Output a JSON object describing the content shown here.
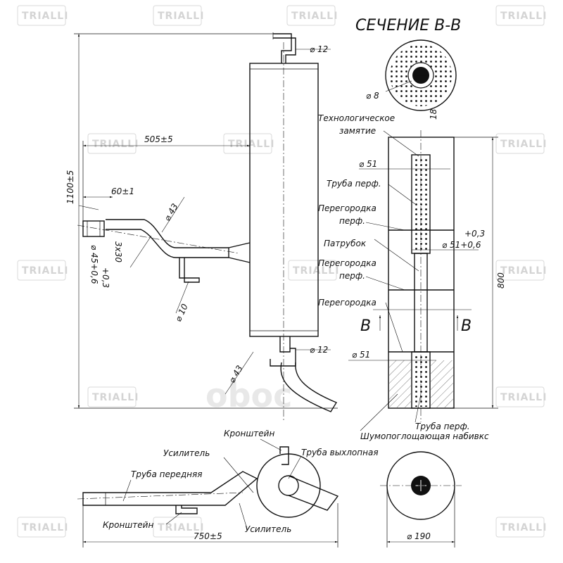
{
  "watermark": {
    "brand": "TRIALLI",
    "logo": "oboc"
  },
  "section_title": "СЕЧЕНИЕ В-В",
  "dimensions": {
    "top_tube_diam": "⌀ 12",
    "length_505": "505±5",
    "height_1100": "1100±5",
    "len_60": "60±1",
    "diam_43_top": "⌀ 43",
    "diam_45": "⌀ 45+0,6",
    "tol_03": "+0,3",
    "slot_3x30": "3x30",
    "diam_10": "⌀ 10",
    "bottom_tube_diam": "⌀ 12",
    "diam_43_bottom": "⌀ 43",
    "hole_8": "⌀ 8",
    "hole_18": "18",
    "diam_51_a": "⌀ 51",
    "diam_51_b": "⌀ 51+0,6",
    "tol_51_b": "+0,3",
    "diam_51_c": "⌀ 51",
    "height_800": "800",
    "length_750": "750±5",
    "diam_190": "⌀ 190",
    "section_mark_left": "В",
    "section_mark_right": "В"
  },
  "labels": {
    "tech_closure_1": "Технологическое",
    "tech_closure_2": "замятие",
    "perf_tube": "Труба перф.",
    "baffle_perf_1": "Перегородка",
    "baffle_perf_1b": "перф.",
    "branch_pipe": "Патрубок",
    "baffle_perf_2": "Перегородка",
    "baffle_perf_2b": "перф.",
    "baffle": "Перегородка",
    "perf_tube_bottom": "Труба перф.",
    "absorbent": "Шумопоглощающая набивкс",
    "bracket_top": "Кронштейн",
    "reinforcement_top": "Усилитель",
    "exhaust_pipe": "Труба выхлопная",
    "front_pipe": "Труба передняя",
    "bracket_bottom": "Кронштейн",
    "reinforcement_bottom": "Усилитель"
  }
}
